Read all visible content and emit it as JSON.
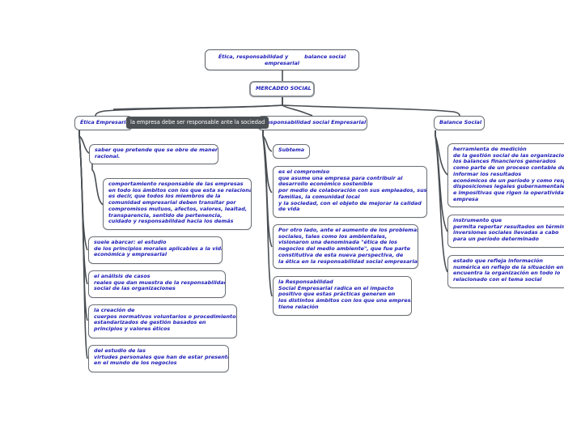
{
  "mindmap": {
    "root": {
      "title": "Ética, responsabilidad y         balance social\nempresarial"
    },
    "center": {
      "title": "MERCADEO SOCIAL"
    },
    "tooltip": {
      "text": "la empresa debe ser responsable ante la sociedad"
    },
    "colors": {
      "text": "#1c1cb8",
      "border": "#6b7075",
      "connector": "#4a4f54",
      "tooltip_bg": "#4c5155"
    },
    "branches": [
      {
        "title": "Ética Empresarial",
        "children": [
          {
            "text": "saber que pretende que se obre de manera\nracional.",
            "children": [
              {
                "text": "comportamiento responsable de las empresas\nen todo los ámbitos con los que esta se relaciona;\nes decir, que todos los miembros de la\ncomunidad empresarial deben transitar por\ncompromisos mutuos, afectos, valores, lealtad,\ntransparencia, sentido de pertenencia,\ncuidado y responsabilidad hacia los demás"
              }
            ]
          },
          {
            "text": "suele abarcar: el estudio\nde los principios morales aplicables a la vida\neconómica y empresarial"
          },
          {
            "text": "el análisis de casos\nreales que dan muestra de la responsabilidad\nsocial de las organizaciones"
          },
          {
            "text": "la creación de\ncuerpos normativos voluntarios o procedimientos\nestandarizados de gestión basados en\nprincipios y valores éticos"
          },
          {
            "text": "del estudio de las\nvirtudes personales que han de estar presente\nen el mundo de los negocios"
          }
        ]
      },
      {
        "title": "Responsabilidad social Empresarial",
        "children": [
          {
            "text": "Subtema"
          },
          {
            "text": "es el compromiso\nque asume una empresa para contribuir al\ndesarrollo económico sostenible\npor medio de colaboración con sus empleados, sus\nfamilias, la comunidad local\ny la sociedad, con el objeto de mejorar la calidad\nde vida"
          },
          {
            "text": "Por otro lado, ante el aumento de los problemas\nsociales, tales como los ambientales,\nvisionaron una denominada \"ética de los\nnegocios del medio ambiente\", que fue parte\nconstitutiva de esta nueva perspectiva, de\nla ética en la responsabilidad social empresarial."
          },
          {
            "text": "la Responsabilidad\nSocial Empresarial radica en el impacto\npositivo que estas prácticas generen en\nlos distintos ámbitos con los que una empresa\ntiene relación"
          }
        ]
      },
      {
        "title": "Balance Social",
        "children": [
          {
            "text": "herramienta de medición\nde la gestión social de las organizaciones\nlos balances financieros generados\ncomo parte de un proceso contable destinado a\ninformar los resultados\neconómicos de un período y como respuesta a las\ndisposiciones legales gubernamentales\ne impositivas que rigen la operatividad de la\nempresa"
          },
          {
            "text": "instrumento que\npermita reportar resultados en términos de\ninversiones sociales llevadas a cabo\npara un período determinado"
          },
          {
            "text": "estado que refleja información\nnumérica en reflejo de la situación en que se\nencuentra la organización en todo lo\nrelacionado con el tema social"
          }
        ]
      }
    ]
  }
}
